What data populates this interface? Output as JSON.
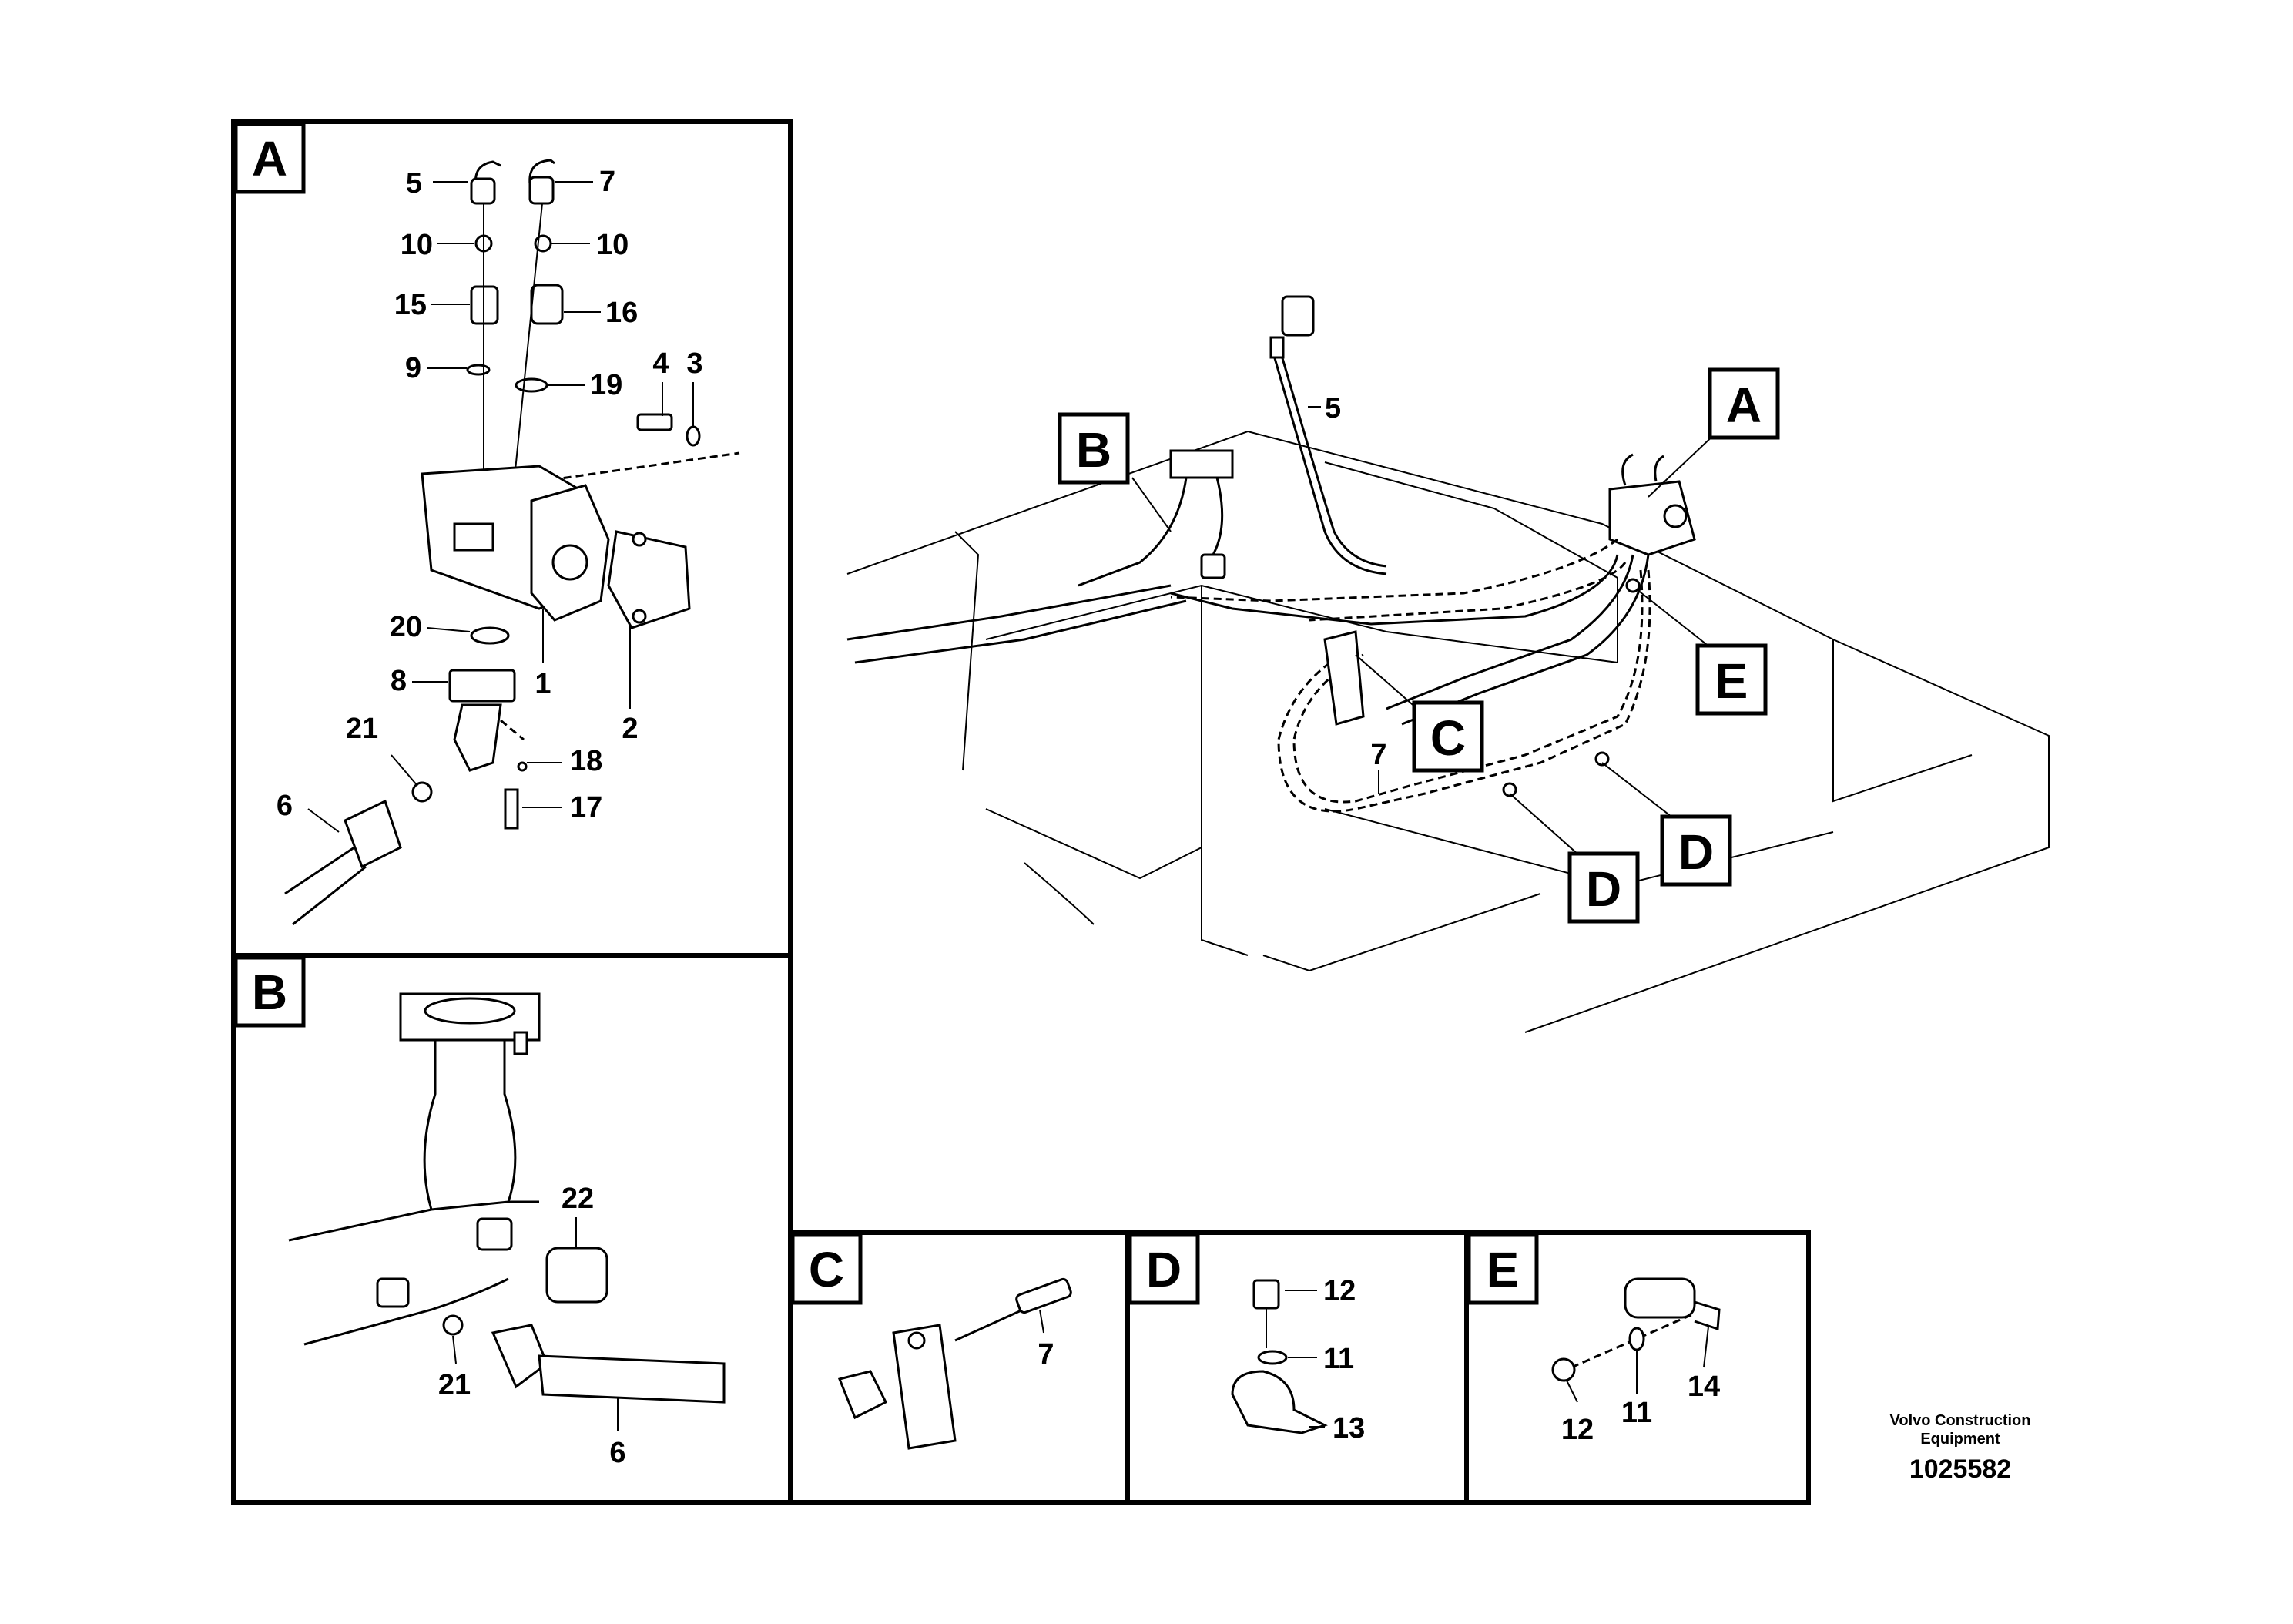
{
  "panels": {
    "A": {
      "letter": "A",
      "callouts": [
        "5",
        "7",
        "10",
        "10",
        "15",
        "16",
        "9",
        "19",
        "4",
        "3",
        "20",
        "1",
        "2",
        "8",
        "21",
        "18",
        "6",
        "17"
      ]
    },
    "B": {
      "letter": "B",
      "callouts": [
        "22",
        "21",
        "6"
      ]
    },
    "C": {
      "letter": "C",
      "callouts": [
        "7"
      ]
    },
    "D": {
      "letter": "D",
      "callouts": [
        "12",
        "11",
        "13"
      ]
    },
    "E": {
      "letter": "E",
      "callouts": [
        "12",
        "11",
        "14"
      ]
    }
  },
  "overview": {
    "tags": [
      "A",
      "B",
      "C",
      "D",
      "D",
      "E"
    ],
    "callouts": [
      "5",
      "7"
    ]
  },
  "footer": {
    "company_line1": "Volvo Construction",
    "company_line2": "Equipment",
    "drawing_number": "1025582"
  }
}
